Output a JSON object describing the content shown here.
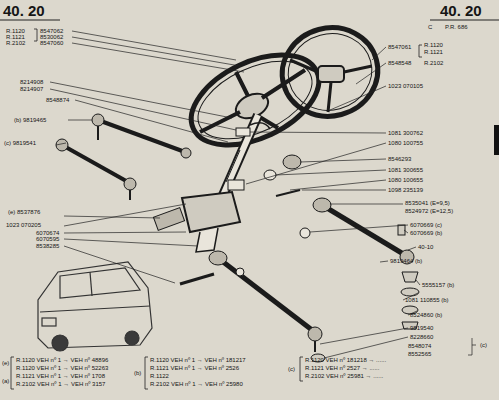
{
  "diagram": {
    "labels": [
      "40. 20",
      "40. 20",
      "C",
      "P.R. 686",
      "R.1120",
      "8547062",
      "R.1121",
      "8530062",
      "R.2102",
      "8547060",
      "8214908",
      "8214907",
      "8548874",
      "(b) 9819465",
      "(c) 9819541",
      "(e) 8537876",
      "1023 070205",
      "6070674",
      "6070595",
      "8538285",
      "8547061",
      "R.1120",
      "R.1121",
      "8548548",
      "R.2102",
      "1023 070105",
      "1081 300762",
      "1080 100755",
      "8546293",
      "1081 300655",
      "1080 100655",
      "1098 235139",
      "8535041 (E=9,5)",
      "8524972 (E=12,5)",
      "6070669 (c)",
      "6070669 (b)",
      "40-10",
      "9819464 (b)",
      "5555157 (b)",
      "1081 110855 (b)",
      "8524860 (b)",
      "9819540",
      "8228660",
      "8548074",
      "8552565",
      "(c)",
      "(e)",
      "(a)",
      "R.1120 VEH nº 1 → VEH nº 48896",
      "R.1120 VEH nº 1 → VEH nº 52263",
      "R.1121 VEH nº 1 → VEH nº 1708",
      "R.2102 VEH nº 1 → VEH nº 3157",
      "(b)",
      "R.1120 VEH nº 1 → VEH nº 181217",
      "R.1121 VEH nº 1 → VEH nº 2526",
      "R.1122",
      "R.2102 VEH nº 1 → VEH nº 25980",
      "(c)",
      "R.1120 VEH nº 181218 → ......",
      "R.1121 VEH nº 2527 → ......",
      "R.2102 VEH nº 25981 → ......"
    ]
  }
}
